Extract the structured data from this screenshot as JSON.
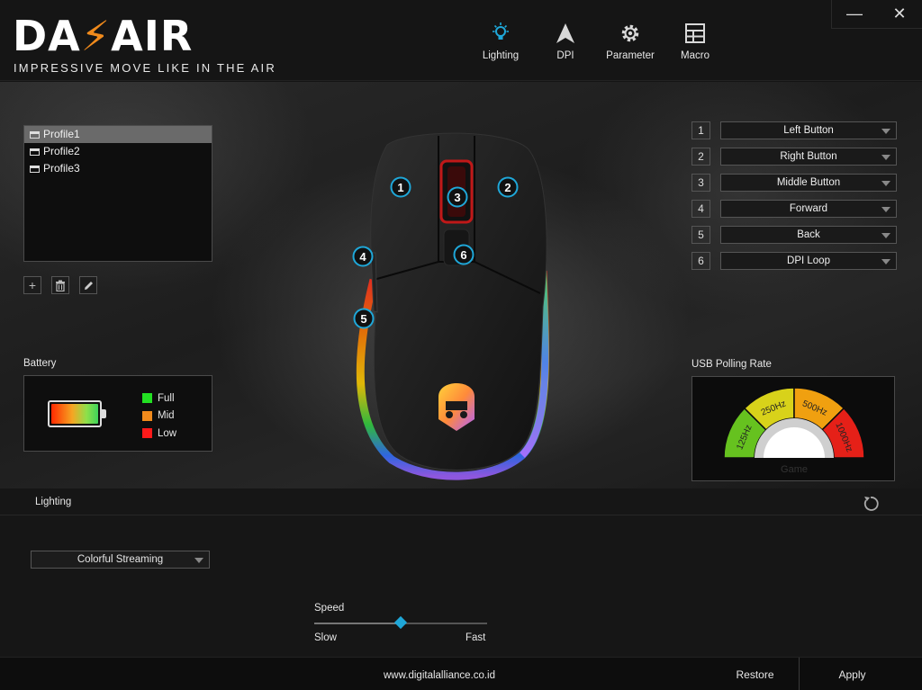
{
  "app": {
    "logo_text": "DA AIR",
    "tagline": "IMPRESSIVE MOVE LIKE IN THE AIR",
    "accent_color": "#1fa7d8"
  },
  "nav": {
    "items": [
      {
        "label": "Lighting",
        "icon": "bulb-icon"
      },
      {
        "label": "DPI",
        "icon": "arrow-icon"
      },
      {
        "label": "Parameter",
        "icon": "gear-icon"
      },
      {
        "label": "Macro",
        "icon": "grid-icon"
      }
    ]
  },
  "window": {
    "minimize": "—",
    "close": "✕"
  },
  "profiles": {
    "items": [
      "Profile1",
      "Profile2",
      "Profile3"
    ],
    "selected": "Profile1"
  },
  "tools": {
    "add": "+",
    "delete": "trash-icon",
    "edit": "pencil-icon"
  },
  "battery": {
    "title": "Battery",
    "legend": [
      {
        "label": "Full",
        "color": "#22e022"
      },
      {
        "label": "Mid",
        "color": "#f08a1c"
      },
      {
        "label": "Low",
        "color": "#ff1a1a"
      }
    ]
  },
  "mouse_buttons": {
    "markers": [
      "1",
      "2",
      "3",
      "4",
      "5",
      "6"
    ],
    "mapping": [
      {
        "num": "1",
        "action": "Left Button"
      },
      {
        "num": "2",
        "action": "Right Button"
      },
      {
        "num": "3",
        "action": "Middle Button"
      },
      {
        "num": "4",
        "action": "Forward"
      },
      {
        "num": "5",
        "action": "Back"
      },
      {
        "num": "6",
        "action": "DPI Loop"
      }
    ]
  },
  "polling": {
    "title": "USB Polling Rate",
    "rates": [
      "125Hz",
      "250Hz",
      "500Hz",
      "1000Hz"
    ],
    "mode": "Game"
  },
  "lighting": {
    "title": "Lighting",
    "effect": "Colorful Streaming",
    "speed_label": "Speed",
    "slow_label": "Slow",
    "fast_label": "Fast",
    "speed_value": 0.5
  },
  "footer": {
    "website": "www.digitalalliance.co.id",
    "restore_label": "Restore",
    "apply_label": "Apply"
  }
}
